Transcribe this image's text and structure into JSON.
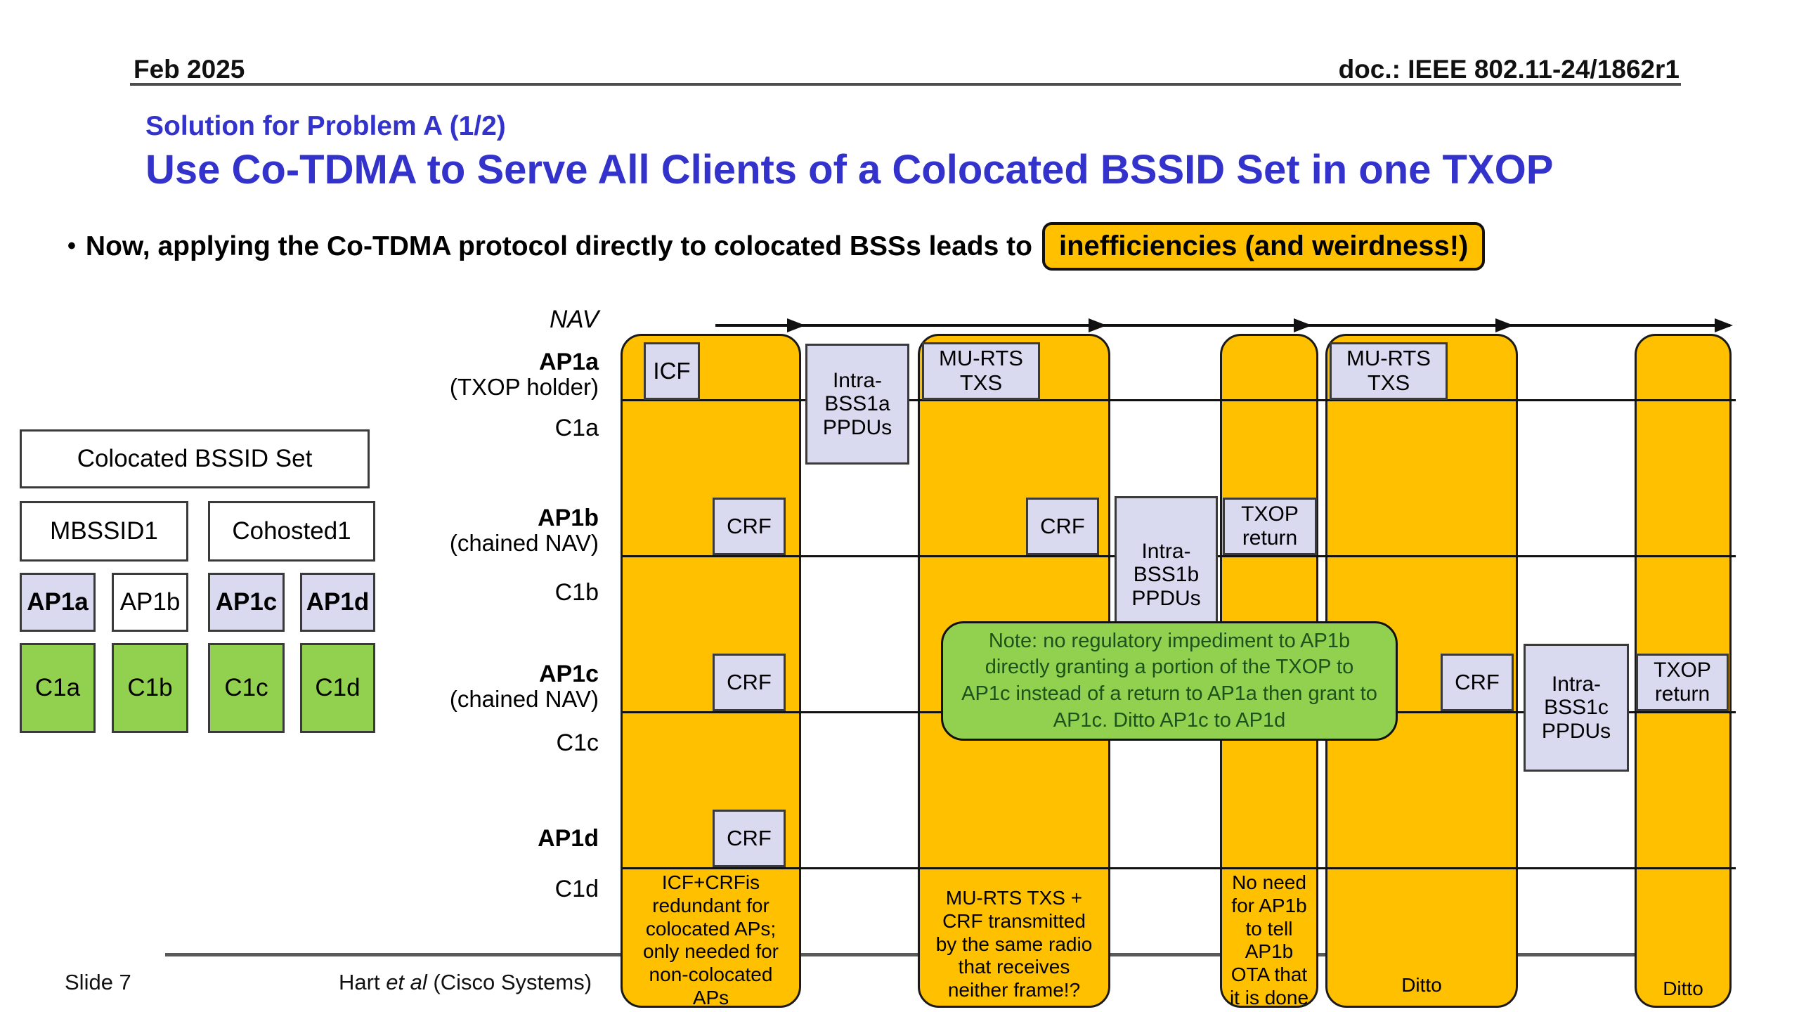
{
  "header": {
    "date": "Feb 2025",
    "doc": "doc.: IEEE 802.11-24/1862r1"
  },
  "title": {
    "kicker": "Solution for Problem A (1/2)",
    "main": "Use Co-TDMA to Serve All Clients of a Colocated BSSID Set in one TXOP"
  },
  "bullet": {
    "marker": "•",
    "text": "Now, applying the Co-TDMA protocol directly to colocated BSSs leads to",
    "highlight": "inefficiencies (and weirdness!)"
  },
  "legend": {
    "set_label": "Colocated BSSID Set",
    "mbssid": "MBSSID1",
    "cohosted": "Cohosted1",
    "ap1a": "AP1a",
    "ap1b": "AP1b",
    "ap1c": "AP1c",
    "ap1d": "AP1d",
    "c1a": "C1a",
    "c1b": "C1b",
    "c1c": "C1c",
    "c1d": "C1d"
  },
  "timeline": {
    "nav_label": "NAV",
    "rows": [
      {
        "ap": "AP1a",
        "sub": "(TXOP holder)",
        "client": "C1a"
      },
      {
        "ap": "AP1b",
        "sub": "(chained NAV)",
        "client": "C1b"
      },
      {
        "ap": "AP1c",
        "sub": "(chained NAV)",
        "client": "C1c"
      },
      {
        "ap": "AP1d",
        "sub": "",
        "client": "C1d"
      }
    ],
    "frames": {
      "icf": "ICF",
      "mu_rts_txs": "MU-RTS\nTXS",
      "crf": "CRF",
      "txop_return": "TXOP\nreturn",
      "intra_bss1a": "Intra-\nBSS1a\nPPDUs",
      "intra_bss1b": "Intra-\nBSS1b\nPPDUs",
      "intra_bss1c": "Intra-\nBSS1c\nPPDUs"
    },
    "notes": {
      "green_note": "Note: no regulatory impediment to AP1b\ndirectly granting a portion of the TXOP to\nAP1c instead of a return to AP1a then grant to\nAP1c. Ditto AP1c to AP1d",
      "block1": "ICF+CRFis\nredundant for\ncolocated APs;\nonly needed for\nnon-colocated\nAPs",
      "block2": "MU-RTS TXS +\nCRF transmitted\nby the same radio\nthat receives\nneither frame!?",
      "block3": "No need\nfor AP1b\nto tell\nAP1b\nOTA that\nit is done",
      "ditto": "Ditto"
    },
    "colors": {
      "txop_orange": "#FFC000",
      "frame_lavender": "#D9D9F0",
      "client_green": "#92D050",
      "title_blue": "#3333CC"
    }
  },
  "footer": {
    "slide": "Slide 7",
    "authors_pre": "Hart ",
    "authors_italic": "et al",
    "authors_post": " (Cisco Systems)"
  }
}
